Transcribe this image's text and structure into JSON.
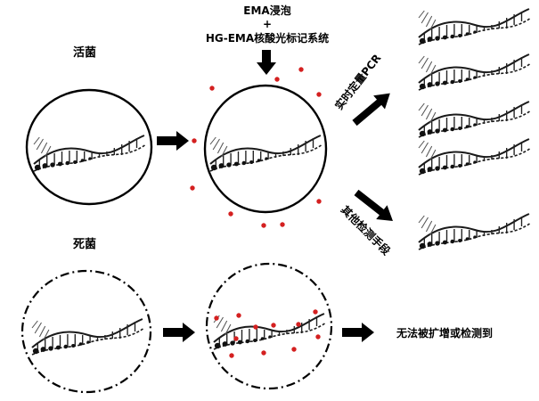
{
  "labels": {
    "live_bacteria": "活菌",
    "dead_bacteria": "死菌",
    "ema_soak": "EMA浸泡",
    "plus": "+",
    "hg_ema_system": "HG-EMA核酸光标记系统",
    "qpcr": "实时定量PCR",
    "other_methods": "其他检测手段",
    "no_amplify": "无法被扩增或检测到"
  },
  "colors": {
    "marker": "#d42020",
    "ink": "#000000",
    "dna": "#1a1a1a"
  },
  "icons": {
    "dna": "dna-helix-icon",
    "arrow": "block-arrow-icon"
  }
}
